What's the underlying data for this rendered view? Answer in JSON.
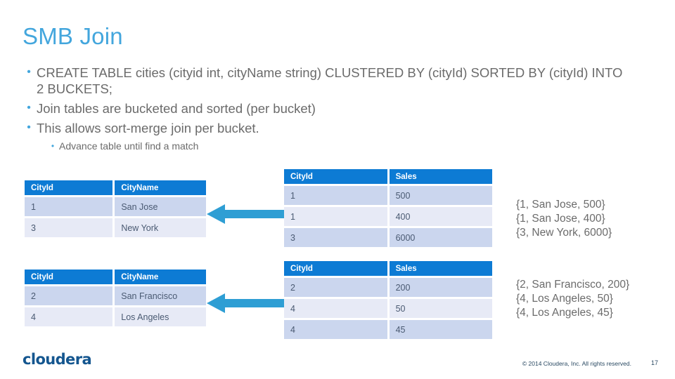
{
  "slide": {
    "title": "SMB Join",
    "bullet_marker": "•",
    "sub_bullet_marker": "•",
    "bullets": [
      "CREATE TABLE cities (cityid int, cityName string) CLUSTERED BY (cityId) SORTED BY (cityId) INTO 2 BUCKETS;",
      "Join tables are bucketed and sorted (per bucket)",
      "This allows sort-merge join per bucket."
    ],
    "sub_bullets": [
      "Advance table until find a match"
    ]
  },
  "tables": {
    "cities_bucket_1": {
      "name": "cities-bucket-1",
      "headers": [
        "CityId",
        "CityName"
      ],
      "rows": [
        [
          "1",
          "San Jose"
        ],
        [
          "3",
          "New York"
        ]
      ]
    },
    "cities_bucket_2": {
      "name": "cities-bucket-2",
      "headers": [
        "CityId",
        "CityName"
      ],
      "rows": [
        [
          "2",
          "San Francisco"
        ],
        [
          "4",
          "Los Angeles"
        ]
      ]
    },
    "sales_bucket_1": {
      "name": "sales-bucket-1",
      "headers": [
        "CityId",
        "Sales"
      ],
      "rows": [
        [
          "1",
          "500"
        ],
        [
          "1",
          "400"
        ],
        [
          "3",
          "6000"
        ]
      ]
    },
    "sales_bucket_2": {
      "name": "sales-bucket-2",
      "headers": [
        "CityId",
        "Sales"
      ],
      "rows": [
        [
          "2",
          "200"
        ],
        [
          "4",
          "50"
        ],
        [
          "4",
          "45"
        ]
      ]
    }
  },
  "results": {
    "group_1": [
      "{1, San Jose, 500}",
      "{1, San Jose, 400}",
      "{3, New York, 6000}"
    ],
    "group_2": [
      "{2, San Francisco, 200}",
      "{4, Los Angeles, 50}",
      "{4, Los Angeles, 45}"
    ]
  },
  "footer": {
    "logo": "cloudera",
    "copyright": "© 2014 Cloudera, Inc. All rights reserved.",
    "page_number": "17"
  },
  "colors": {
    "title_blue": "#43a6dd",
    "header_blue": "#0d7bd4",
    "arrow_blue": "#2e9ed4",
    "row_dark": "#cbd6ee",
    "row_light": "#e7eaf6",
    "logo_blue": "#14568f",
    "body_text": "#6b6b6b"
  }
}
